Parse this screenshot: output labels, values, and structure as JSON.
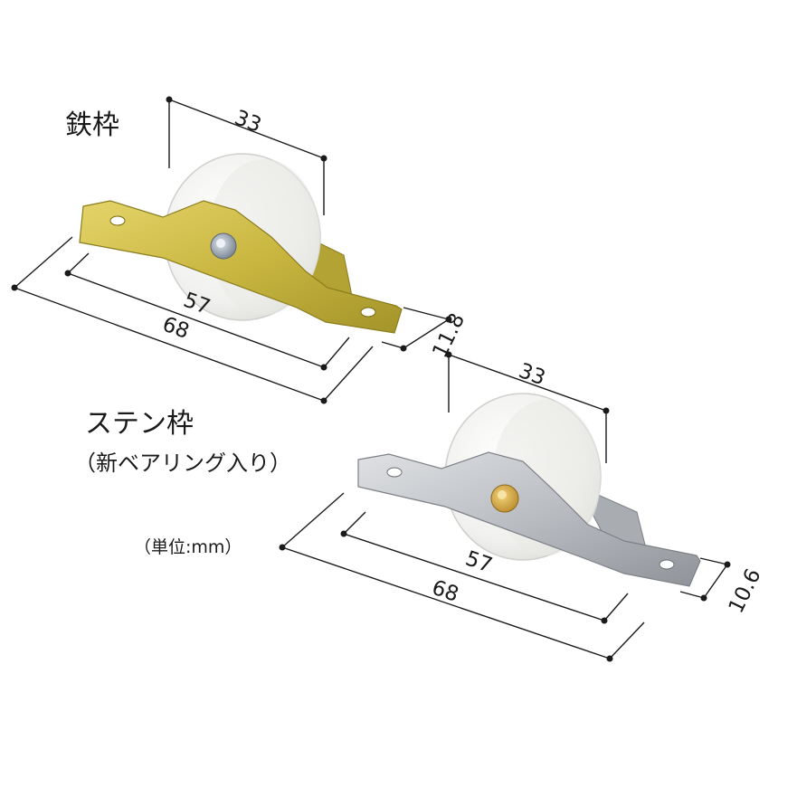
{
  "iron": {
    "title": "鉄枠",
    "dims": {
      "wheel_width": "33",
      "hole_pitch": "57",
      "length": "68",
      "height": "11.8"
    },
    "colors": {
      "bracket": "#c9b640",
      "bracket_dark": "#9a8a1f",
      "wheel": "#f2f2f0",
      "axle": "#8e99a6"
    }
  },
  "stainless": {
    "title": "ステン枠",
    "subtitle": "（新ベアリング入り）",
    "dims": {
      "wheel_width": "33",
      "hole_pitch": "57",
      "length": "68",
      "height": "10.6"
    },
    "colors": {
      "bracket": "#b9bcc1",
      "bracket_dark": "#8c9096",
      "wheel": "#f2f2f0",
      "axle": "#d1a63a"
    }
  },
  "unit_note": "（単位:mm）"
}
